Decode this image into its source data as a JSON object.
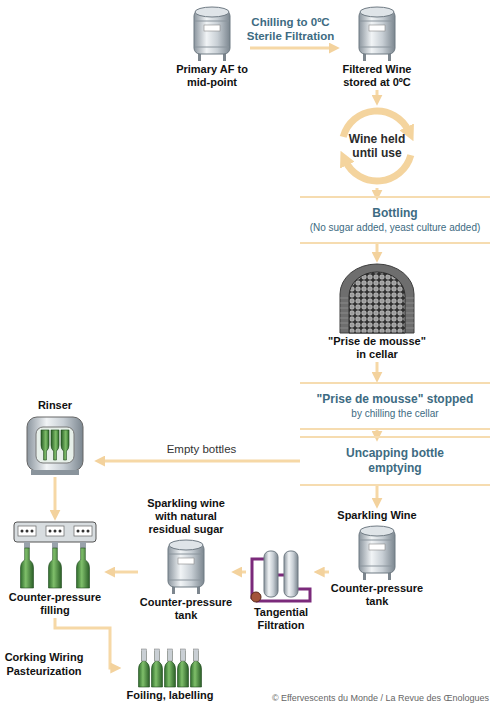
{
  "diagram": {
    "nodes": [
      {
        "text": [
          "Primary AF to mid-point"
        ]
      },
      {
        "text": [
          "Filtered Wine stored at 0ºC"
        ]
      },
      {
        "text": [
          "Wine held until use"
        ]
      },
      {
        "text": [
          "Bottling",
          "(No sugar added, yeast culture added)"
        ]
      },
      {
        "text": [
          "\"Prise de mousse\" in cellar"
        ]
      },
      {
        "text": [
          "\"Prise de mousse\" stopped",
          "by chilling the cellar"
        ]
      },
      {
        "text": [
          "Uncapping bottle emptying"
        ]
      },
      {
        "text": [
          "Rinser"
        ]
      },
      {
        "text": [
          "Sparkling Wine",
          "Counter-pressure tank"
        ]
      },
      {
        "text": [
          "Tangential Filtration"
        ]
      },
      {
        "text": [
          "Sparkling wine with natural residual sugar",
          "Counter-pressure tank"
        ]
      },
      {
        "text": [
          "Counter-pressure filling"
        ]
      },
      {
        "text": [
          "Foiling, labelling"
        ]
      }
    ],
    "edges": [
      {
        "from": 0,
        "to": 1,
        "label": "Chilling to 0ºC Sterile Filtration",
        "arrow": "to"
      },
      {
        "from": 1,
        "to": 2,
        "arrow": "to"
      },
      {
        "from": 2,
        "to": 3,
        "arrow": "to"
      },
      {
        "from": 3,
        "to": 4,
        "arrow": "to"
      },
      {
        "from": 4,
        "to": 5,
        "arrow": "to"
      },
      {
        "from": 5,
        "to": 6,
        "arrow": "to"
      },
      {
        "from": 6,
        "to": 8,
        "arrow": "to"
      },
      {
        "from": 6,
        "to": 7,
        "label": "Empty bottles",
        "arrow": "to"
      },
      {
        "from": 8,
        "to": 9,
        "arrow": "to"
      },
      {
        "from": 9,
        "to": 10,
        "arrow": "to"
      },
      {
        "from": 10,
        "to": 11,
        "arrow": "to"
      },
      {
        "from": 7,
        "to": 11,
        "arrow": "to"
      },
      {
        "from": 11,
        "to": 12,
        "label": "Corking Wiring Pasteurization",
        "arrow": "to"
      }
    ],
    "labels": [
      "© Effervescents du Monde / La Revue des Œnologues"
    ]
  }
}
